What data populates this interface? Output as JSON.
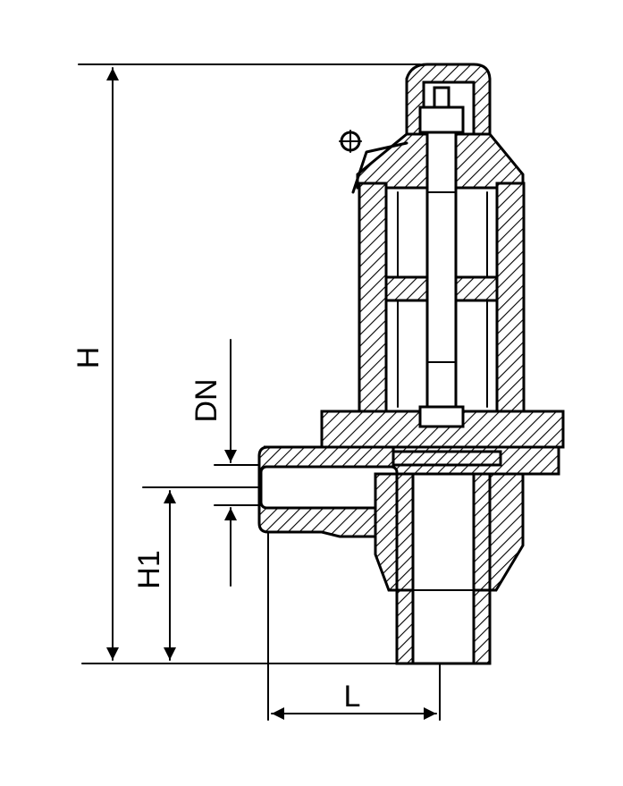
{
  "dimensions": {
    "height_label": "H",
    "nominal_diameter_label": "DN",
    "inlet_height_label": "H1",
    "length_label": "L"
  }
}
